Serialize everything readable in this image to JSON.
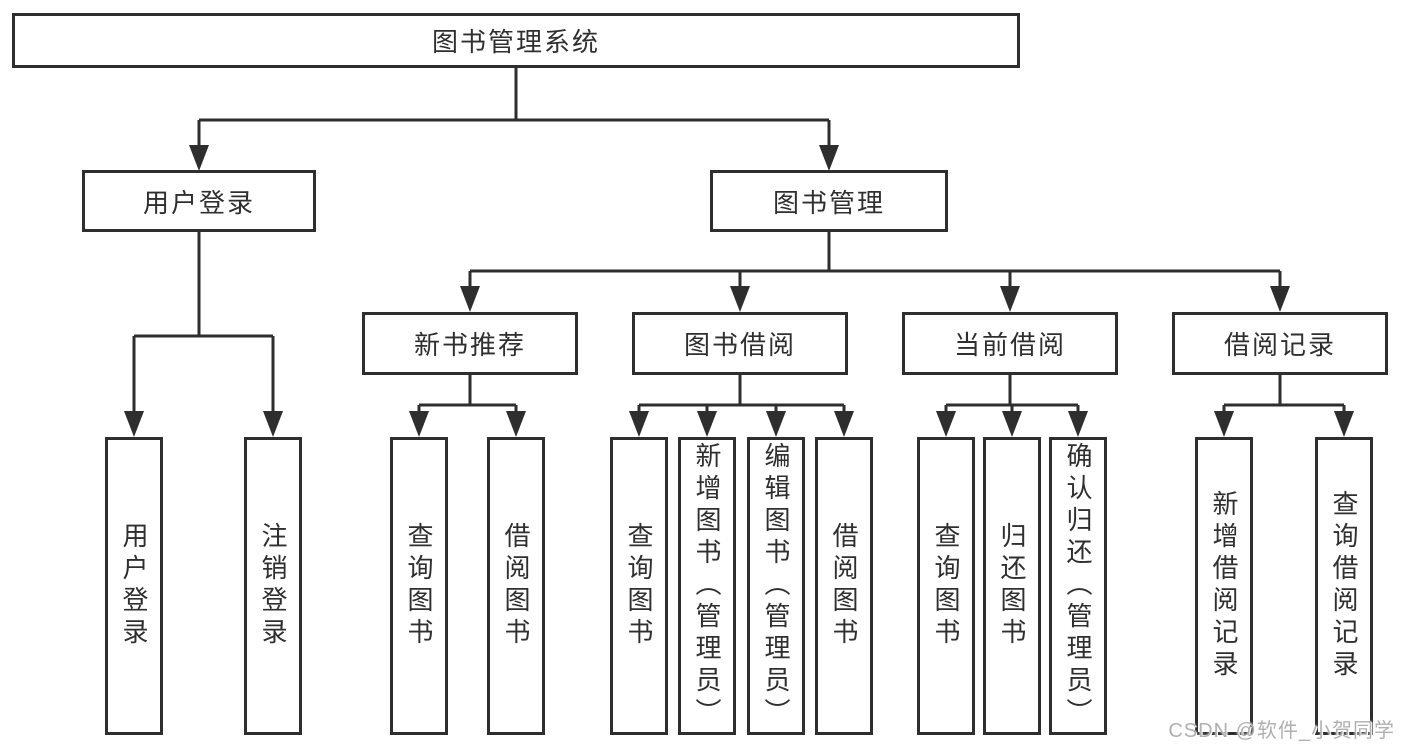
{
  "colors": {
    "line": "#2e2e2e",
    "text": "#2f2f2f",
    "watermark": "#b0b0b0",
    "background": "#ffffff"
  },
  "watermark": "CSDN @软件_小贺同学",
  "diagram": {
    "root": "图书管理系统",
    "login": {
      "label": "用户登录",
      "leaves": [
        "用户登录",
        "注销登录"
      ]
    },
    "management": {
      "label": "图书管理",
      "sections": [
        {
          "label": "新书推荐",
          "leaves": [
            "查询图书",
            "借阅图书"
          ]
        },
        {
          "label": "图书借阅",
          "leaves": [
            "查询图书",
            "新增图书（管理员）",
            "编辑图书（管理员）",
            "借阅图书"
          ]
        },
        {
          "label": "当前借阅",
          "leaves": [
            "查询图书",
            "归还图书",
            "确认归还（管理员）"
          ]
        },
        {
          "label": "借阅记录",
          "leaves": [
            "新增借阅记录",
            "查询借阅记录"
          ]
        }
      ]
    }
  }
}
